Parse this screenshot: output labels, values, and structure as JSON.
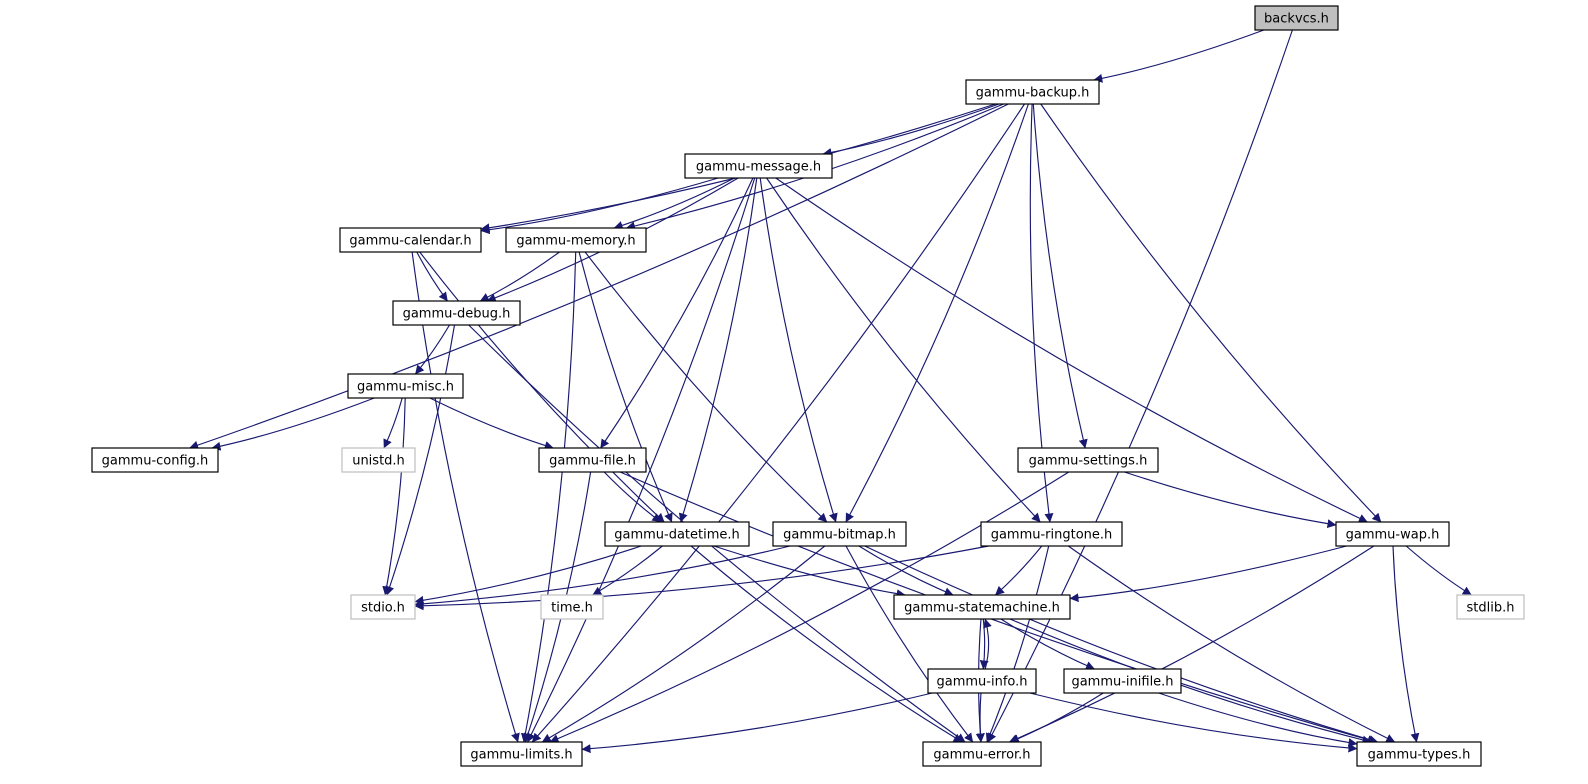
{
  "nodes": [
    {
      "id": "backvcs",
      "label": "backvcs.h",
      "kind": "root"
    },
    {
      "id": "backup",
      "label": "gammu-backup.h",
      "kind": "internal"
    },
    {
      "id": "message",
      "label": "gammu-message.h",
      "kind": "internal"
    },
    {
      "id": "calendar",
      "label": "gammu-calendar.h",
      "kind": "internal"
    },
    {
      "id": "memory",
      "label": "gammu-memory.h",
      "kind": "internal"
    },
    {
      "id": "debug",
      "label": "gammu-debug.h",
      "kind": "internal"
    },
    {
      "id": "misc",
      "label": "gammu-misc.h",
      "kind": "internal"
    },
    {
      "id": "config",
      "label": "gammu-config.h",
      "kind": "internal"
    },
    {
      "id": "unistd",
      "label": "unistd.h",
      "kind": "external"
    },
    {
      "id": "file",
      "label": "gammu-file.h",
      "kind": "internal"
    },
    {
      "id": "settings",
      "label": "gammu-settings.h",
      "kind": "internal"
    },
    {
      "id": "datetime",
      "label": "gammu-datetime.h",
      "kind": "internal"
    },
    {
      "id": "bitmap",
      "label": "gammu-bitmap.h",
      "kind": "internal"
    },
    {
      "id": "ringtone",
      "label": "gammu-ringtone.h",
      "kind": "internal"
    },
    {
      "id": "wap",
      "label": "gammu-wap.h",
      "kind": "internal"
    },
    {
      "id": "stdio",
      "label": "stdio.h",
      "kind": "external"
    },
    {
      "id": "time",
      "label": "time.h",
      "kind": "external"
    },
    {
      "id": "statemachine",
      "label": "gammu-statemachine.h",
      "kind": "internal"
    },
    {
      "id": "stdlib",
      "label": "stdlib.h",
      "kind": "external"
    },
    {
      "id": "info",
      "label": "gammu-info.h",
      "kind": "internal"
    },
    {
      "id": "inifile",
      "label": "gammu-inifile.h",
      "kind": "internal"
    },
    {
      "id": "limits",
      "label": "gammu-limits.h",
      "kind": "internal"
    },
    {
      "id": "error",
      "label": "gammu-error.h",
      "kind": "internal"
    },
    {
      "id": "types",
      "label": "gammu-types.h",
      "kind": "internal"
    }
  ],
  "edges": [
    [
      "backvcs",
      "backup"
    ],
    [
      "backvcs",
      "error"
    ],
    [
      "backup",
      "message"
    ],
    [
      "backup",
      "calendar"
    ],
    [
      "backup",
      "memory"
    ],
    [
      "backup",
      "config"
    ],
    [
      "backup",
      "limits"
    ],
    [
      "backup",
      "bitmap"
    ],
    [
      "backup",
      "settings"
    ],
    [
      "backup",
      "ringtone"
    ],
    [
      "backup",
      "wap"
    ],
    [
      "message",
      "calendar"
    ],
    [
      "message",
      "memory"
    ],
    [
      "message",
      "debug"
    ],
    [
      "message",
      "limits"
    ],
    [
      "message",
      "file"
    ],
    [
      "message",
      "datetime"
    ],
    [
      "message",
      "bitmap"
    ],
    [
      "message",
      "ringtone"
    ],
    [
      "message",
      "wap"
    ],
    [
      "calendar",
      "debug"
    ],
    [
      "calendar",
      "datetime"
    ],
    [
      "calendar",
      "limits"
    ],
    [
      "memory",
      "debug"
    ],
    [
      "memory",
      "datetime"
    ],
    [
      "memory",
      "bitmap"
    ],
    [
      "memory",
      "limits"
    ],
    [
      "debug",
      "misc"
    ],
    [
      "debug",
      "stdio"
    ],
    [
      "debug",
      "error"
    ],
    [
      "misc",
      "config"
    ],
    [
      "misc",
      "unistd"
    ],
    [
      "misc",
      "stdio"
    ],
    [
      "misc",
      "file"
    ],
    [
      "file",
      "datetime"
    ],
    [
      "file",
      "limits"
    ],
    [
      "file",
      "types"
    ],
    [
      "settings",
      "wap"
    ],
    [
      "settings",
      "limits"
    ],
    [
      "datetime",
      "time"
    ],
    [
      "datetime",
      "stdio"
    ],
    [
      "datetime",
      "statemachine"
    ],
    [
      "datetime",
      "error"
    ],
    [
      "bitmap",
      "stdio"
    ],
    [
      "bitmap",
      "limits"
    ],
    [
      "bitmap",
      "statemachine"
    ],
    [
      "bitmap",
      "error"
    ],
    [
      "bitmap",
      "types"
    ],
    [
      "ringtone",
      "stdio"
    ],
    [
      "ringtone",
      "statemachine"
    ],
    [
      "ringtone",
      "error"
    ],
    [
      "ringtone",
      "types"
    ],
    [
      "wap",
      "statemachine"
    ],
    [
      "wap",
      "stdlib"
    ],
    [
      "wap",
      "error"
    ],
    [
      "wap",
      "types"
    ],
    [
      "statemachine",
      "info"
    ],
    [
      "statemachine",
      "inifile"
    ],
    [
      "statemachine",
      "error"
    ],
    [
      "statemachine",
      "types"
    ],
    [
      "info",
      "statemachine"
    ],
    [
      "info",
      "limits"
    ],
    [
      "info",
      "error"
    ],
    [
      "info",
      "types"
    ],
    [
      "inifile",
      "error"
    ],
    [
      "inifile",
      "types"
    ]
  ],
  "colors": {
    "edge": "#191970",
    "root_fill": "#bfbfbf",
    "external_border": "#bfbfbf"
  }
}
